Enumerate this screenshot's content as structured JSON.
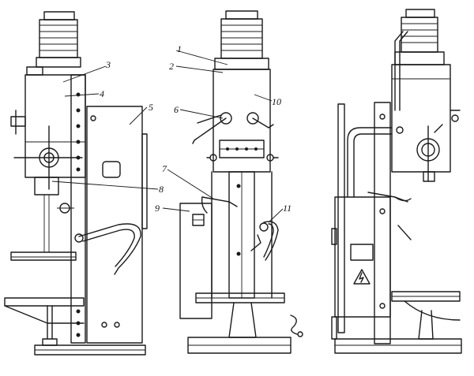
{
  "callouts": {
    "c1": "1",
    "c2": "2",
    "c3": "3",
    "c4": "4",
    "c5": "5",
    "c6": "6",
    "c7": "7",
    "c8": "8",
    "c9": "9",
    "c10": "10",
    "c11": "11"
  },
  "colors": {
    "line": "#1a1a1a",
    "background": "#ffffff"
  },
  "icons": {
    "warning": "high-voltage-warning-icon"
  }
}
